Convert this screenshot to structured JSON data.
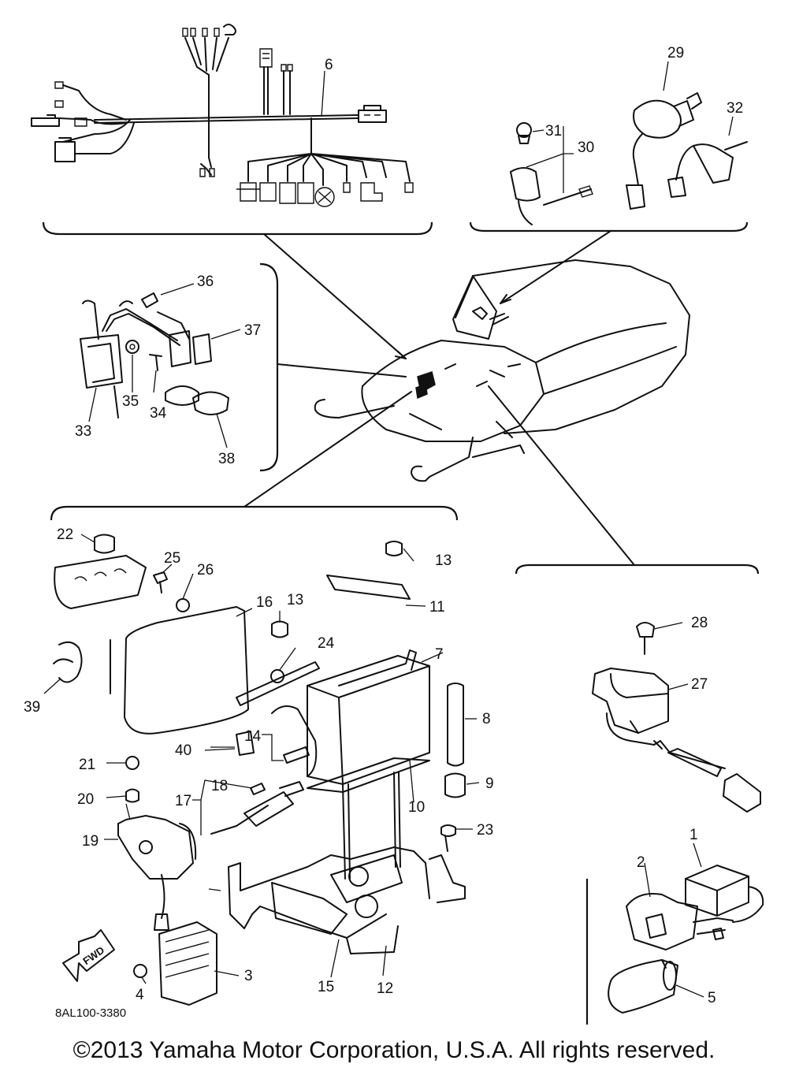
{
  "diagram": {
    "callouts": [
      "1",
      "2",
      "3",
      "4",
      "5",
      "6",
      "7",
      "8",
      "9",
      "10",
      "11",
      "12",
      "13",
      "13",
      "14",
      "15",
      "16",
      "17",
      "18",
      "19",
      "20",
      "21",
      "22",
      "23",
      "24",
      "25",
      "26",
      "27",
      "28",
      "29",
      "30",
      "31",
      "32",
      "33",
      "34",
      "35",
      "36",
      "37",
      "38",
      "39",
      "40"
    ],
    "fwd_label": "FWD",
    "drawing_code": "8AL100-3380"
  },
  "footer": {
    "copyright": "©2013 Yamaha Motor Corporation, U.S.A. All rights reserved."
  }
}
